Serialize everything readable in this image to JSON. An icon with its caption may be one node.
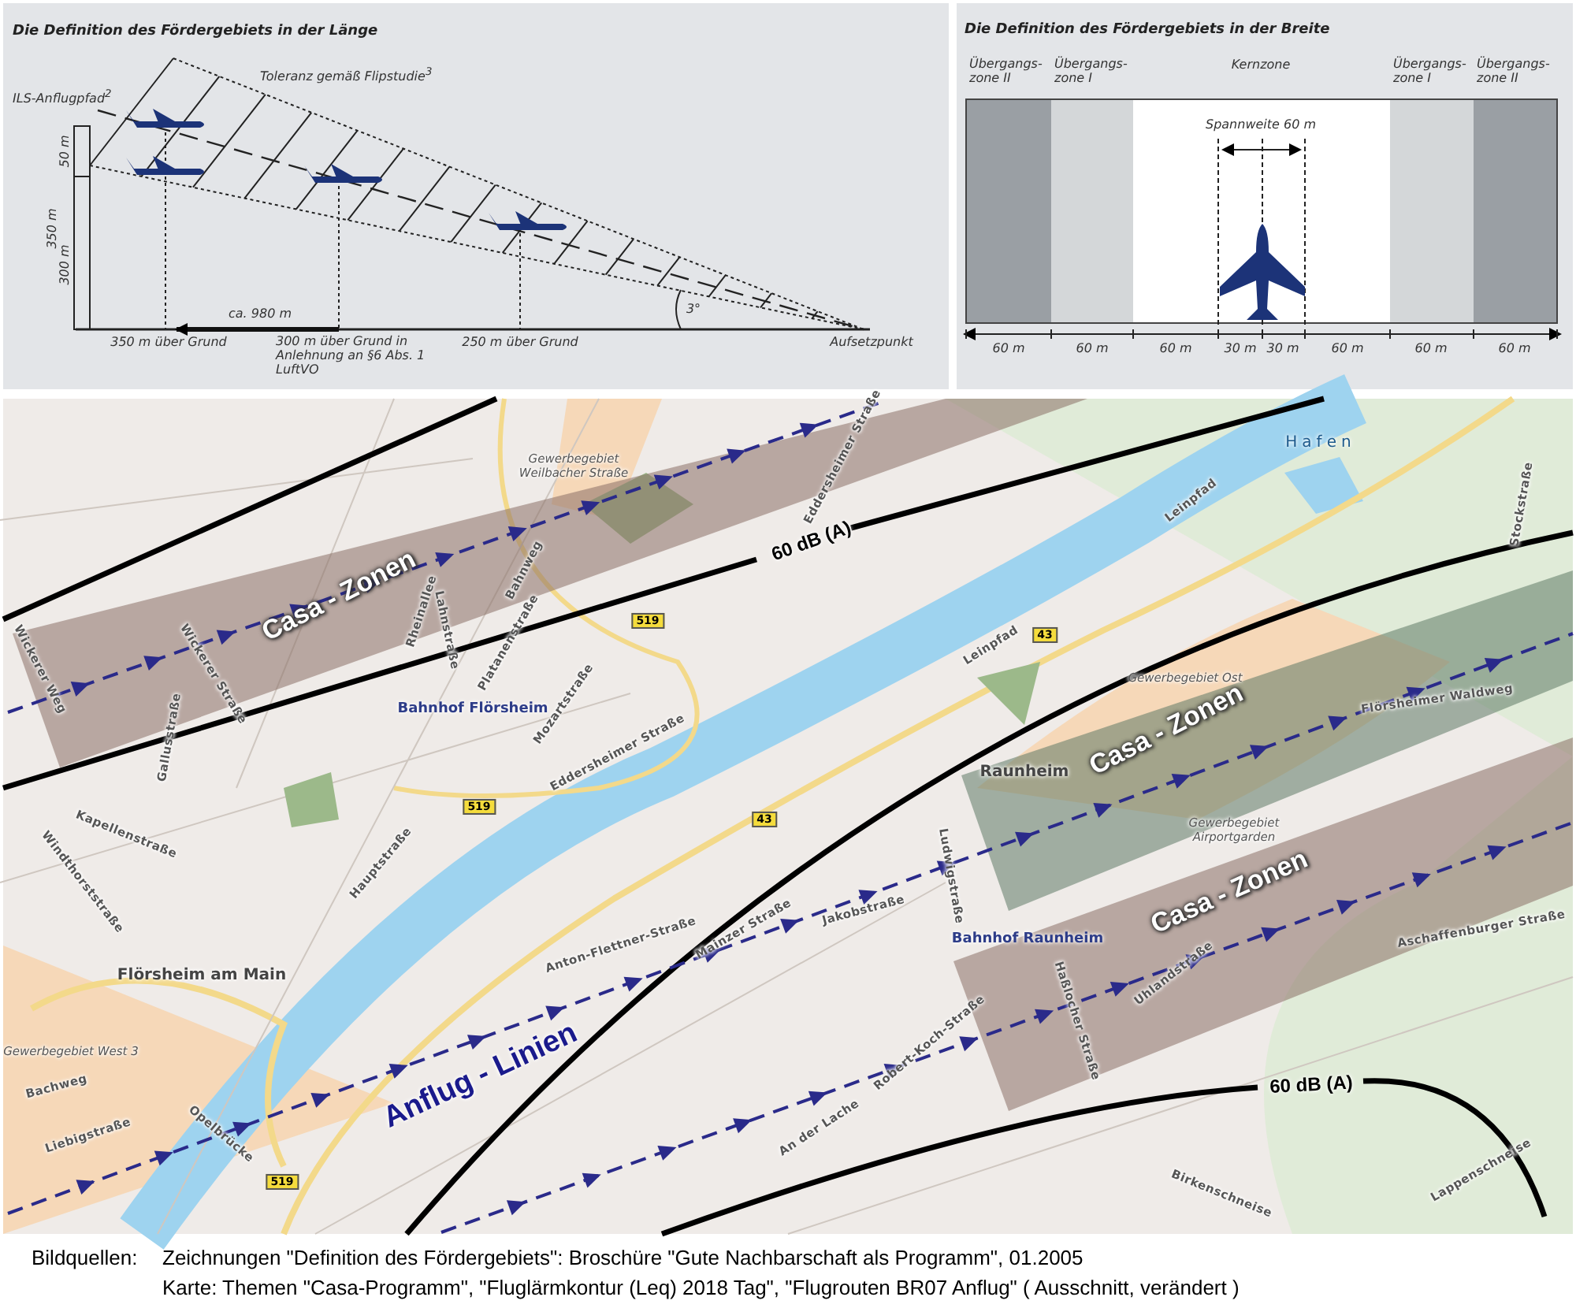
{
  "diagram": {
    "labels": [
      "Die Definition des Fördergebiets in der Länge",
      "Toleranz gemäß Flipstudie$^{3}$",
      "ILS-Anflugpfad$^{2}$",
      "50 m",
      "350 m",
      "300 m",
      "ca. 980 m",
      "350 m über Grund",
      "300 m über Grund in Anlehnung an §6 Abs. 1 LuftVO",
      "250 m über Grund",
      "3°",
      "Aufsetzpunkt",
      "Die Definition des Fördergebiets in der Breite",
      "Übergangs- zone II",
      "Übergangs- zone I",
      "Kernzone",
      "Übergangs- zone I",
      "Übergangs- zone II",
      "Spannweite 60 m",
      "60 m",
      "60 m",
      "60 m",
      "30 m",
      "30 m",
      "60 m",
      "60 m",
      "60 m",
      "Gewerbegebiet Weilbacher Straße",
      "Eddersheimer Straße",
      "Hafen",
      "Casa - Zonen",
      "60 dB (A)",
      "Leinpfad",
      "Stockstraße",
      "Rheinallee",
      "Bahnweg",
      "Wickerer Straße",
      "Lahnstraße",
      "Platanenstraße",
      "519",
      "Wickerer Weg",
      "Leinpfad",
      "43",
      "Gewerbegebiet Ost",
      "Bahnhof Flörsheim",
      "Mozartstraße",
      "Flörsheimer Waldweg",
      "Gallusstraße",
      "Eddersheimer Straße",
      "Raunheim",
      "Casa - Zonen",
      "519",
      "43",
      "Kapellenstraße",
      "Gewerbegebiet Airportgarden",
      "Hauptstraße",
      "Windthorststraße",
      "Ludwigstraße",
      "Jakobstraße",
      "Casa - Zonen",
      "Aschaffenburger Straße",
      "Mainzer Straße",
      "Anton-Flettner-Straße",
      "Bahnhof Raunheim",
      "Flörsheim am Main",
      "Uhlandstraße",
      "Haßlocher Straße",
      "Gewerbegebiet West 3",
      "Bachweg",
      "Anflug - Linien",
      "Robert-Koch-Straße",
      "60 dB (A)",
      "Liebigstraße",
      "Opelbrücke",
      "An der Lache",
      "519",
      "Birkenschneise",
      "Lappenschneise",
      "Bildquellen:",
      "Zeichnungen \"Definition des Fördergebiets\": Broschüre \"Gute Nachbarschaft als Programm\", 01.2005",
      "Karte: Themen \"Casa-Programm\", \"Fluglärmkontur (Leq) 2018 Tag\", \"Flugrouten BR07 Anflug\" ( Ausschnitt, verändert )"
    ]
  }
}
